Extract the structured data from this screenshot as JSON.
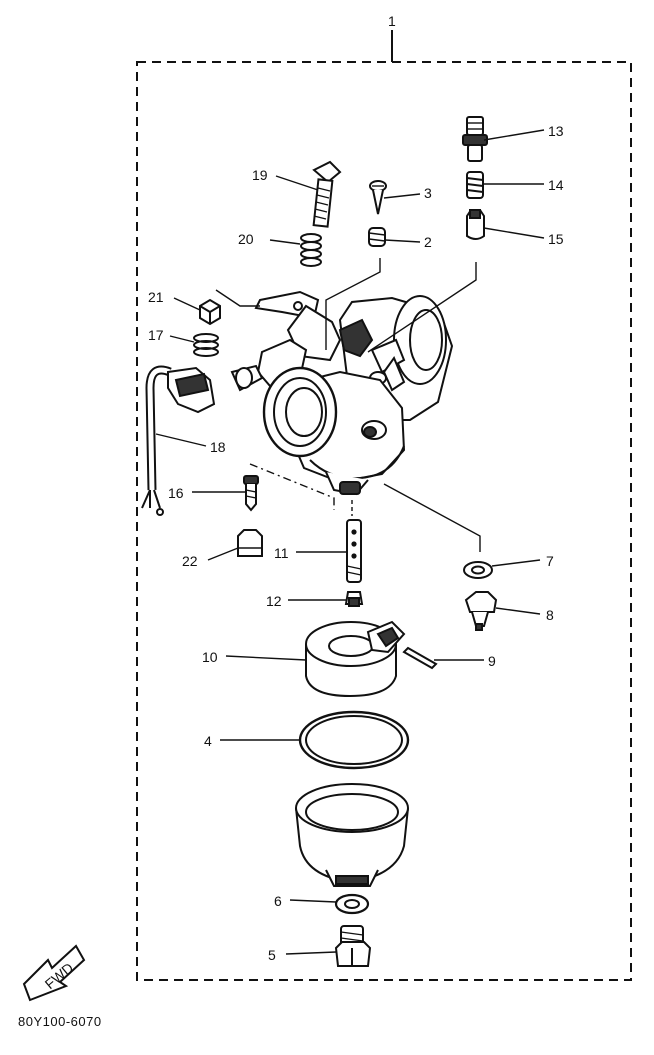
{
  "assembly_label": "1",
  "part_labels": [
    "13",
    "14",
    "15",
    "19",
    "3",
    "20",
    "2",
    "21",
    "17",
    "18",
    "16",
    "22",
    "11",
    "7",
    "12",
    "8",
    "10",
    "9",
    "4",
    "6",
    "5"
  ],
  "fwd_label": "FWD",
  "part_code": "80Y100-6070"
}
